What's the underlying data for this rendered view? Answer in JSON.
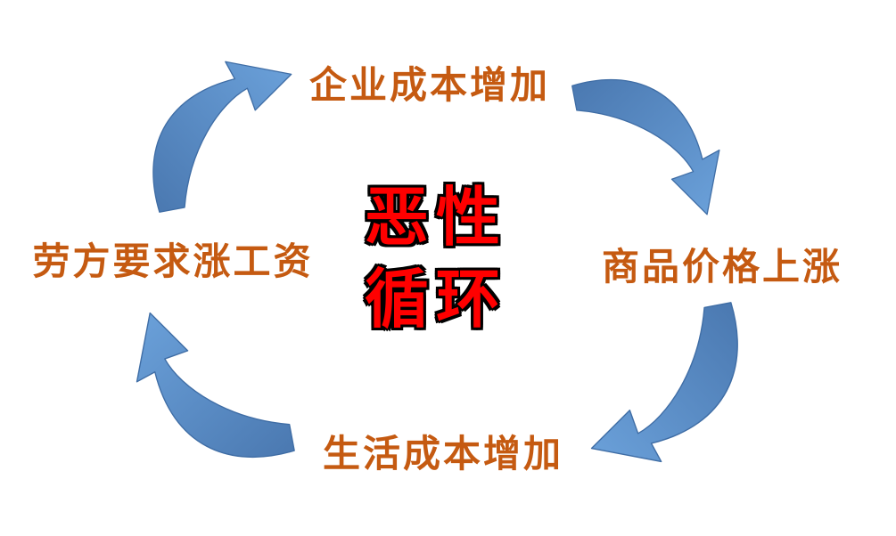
{
  "diagram": {
    "center": {
      "line1": "恶性",
      "line2": "循环",
      "text_color": "#FF0000",
      "outline_color": "#000000"
    },
    "nodes": {
      "top": {
        "label": "企业成本增加"
      },
      "right": {
        "label": "商品价格上涨"
      },
      "bottom": {
        "label": "生活成本增加"
      },
      "left": {
        "label": "劳方要求涨工资"
      }
    },
    "node_text_color": "#C55A11",
    "arrows": {
      "direction": "clockwise",
      "fill_dark": "#4A78B0",
      "fill_light": "#6BA1DA",
      "stroke": "#3F6DA5"
    },
    "background": "#FFFFFF"
  }
}
